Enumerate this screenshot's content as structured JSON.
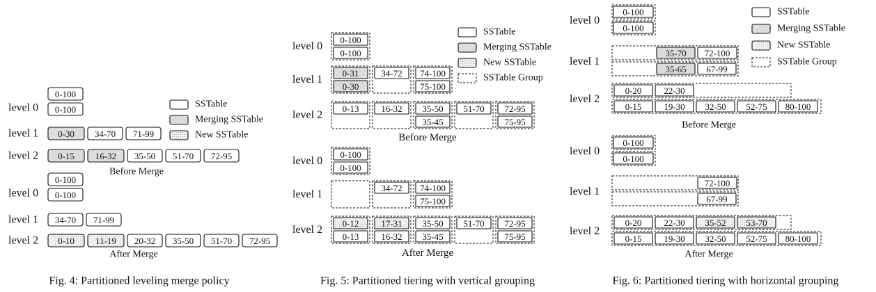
{
  "fig4": {
    "caption": "Fig. 4: Partitioned leveling merge policy",
    "before_label": "Before Merge",
    "after_label": "After Merge",
    "legend": [
      "SSTable",
      "Merging SSTable",
      "New SSTable"
    ],
    "before": [
      {
        "level": "level 0",
        "stack": [
          "0-100",
          "0-100"
        ]
      },
      {
        "level": "level 1",
        "tables": [
          {
            "label": "0-30",
            "kind": "merging"
          },
          {
            "label": "34-70",
            "kind": "normal"
          },
          {
            "label": "71-99",
            "kind": "normal"
          }
        ]
      },
      {
        "level": "level 2",
        "tables": [
          {
            "label": "0-15",
            "kind": "merging"
          },
          {
            "label": "16-32",
            "kind": "merging"
          },
          {
            "label": "35-50",
            "kind": "normal"
          },
          {
            "label": "51-70",
            "kind": "normal"
          },
          {
            "label": "72-95",
            "kind": "normal"
          }
        ]
      }
    ],
    "after": [
      {
        "level": "level 0",
        "stack": [
          "0-100",
          "0-100"
        ]
      },
      {
        "level": "level 1",
        "tables": [
          {
            "label": "34-70",
            "kind": "normal"
          },
          {
            "label": "71-99",
            "kind": "normal"
          }
        ]
      },
      {
        "level": "level 2",
        "tables": [
          {
            "label": "0-10",
            "kind": "new"
          },
          {
            "label": "11-19",
            "kind": "new"
          },
          {
            "label": "20-32",
            "kind": "normal"
          },
          {
            "label": "35-50",
            "kind": "normal"
          },
          {
            "label": "51-70",
            "kind": "normal"
          },
          {
            "label": "72-95",
            "kind": "normal"
          }
        ]
      }
    ]
  },
  "fig5": {
    "caption": "Fig. 5: Partitioned tiering with vertical grouping",
    "before_label": "Before Merge",
    "after_label": "After Merge",
    "legend": [
      "SSTable",
      "Merging SSTable",
      "New SSTable",
      "SSTable Group"
    ],
    "before": [
      {
        "level": "level 0",
        "groups": [
          [
            {
              "label": "0-100",
              "kind": "normal"
            },
            {
              "label": "0-100",
              "kind": "normal"
            }
          ]
        ]
      },
      {
        "level": "level 1",
        "groups": [
          [
            {
              "label": "0-31",
              "kind": "merging"
            },
            {
              "label": "0-30",
              "kind": "merging"
            }
          ],
          [
            {
              "label": "34-72",
              "kind": "normal"
            }
          ],
          [
            {
              "label": "74-100",
              "kind": "normal"
            },
            {
              "label": "75-100",
              "kind": "normal"
            }
          ]
        ]
      },
      {
        "level": "level 2",
        "groups": [
          [
            {
              "label": "0-13",
              "kind": "normal"
            }
          ],
          [
            {
              "label": "16-32",
              "kind": "normal"
            }
          ],
          [
            {
              "label": "35-50",
              "kind": "normal"
            },
            {
              "label": "35-45",
              "kind": "normal"
            }
          ],
          [
            {
              "label": "51-70",
              "kind": "normal"
            }
          ],
          [
            {
              "label": "72-95",
              "kind": "normal"
            },
            {
              "label": "75-95",
              "kind": "normal"
            }
          ]
        ]
      }
    ],
    "after": [
      {
        "level": "level 0",
        "groups": [
          [
            {
              "label": "0-100",
              "kind": "normal"
            },
            {
              "label": "0-100",
              "kind": "normal"
            }
          ]
        ]
      },
      {
        "level": "level 1",
        "groups": [
          [],
          [
            {
              "label": "34-72",
              "kind": "normal"
            }
          ],
          [
            {
              "label": "74-100",
              "kind": "normal"
            },
            {
              "label": "75-100",
              "kind": "normal"
            }
          ]
        ]
      },
      {
        "level": "level 2",
        "groups": [
          [
            {
              "label": "0-12",
              "kind": "new"
            },
            {
              "label": "0-13",
              "kind": "normal"
            }
          ],
          [
            {
              "label": "17-31",
              "kind": "new"
            },
            {
              "label": "16-32",
              "kind": "normal"
            }
          ],
          [
            {
              "label": "35-50",
              "kind": "normal"
            },
            {
              "label": "35-45",
              "kind": "normal"
            }
          ],
          [
            {
              "label": "51-70",
              "kind": "normal"
            }
          ],
          [
            {
              "label": "72-95",
              "kind": "normal"
            },
            {
              "label": "75-95",
              "kind": "normal"
            }
          ]
        ]
      }
    ]
  },
  "fig6": {
    "caption": "Fig. 6: Partitioned tiering with horizontal grouping",
    "before_label": "Before Merge",
    "after_label": "After Merge",
    "legend": [
      "SSTable",
      "Merging SSTable",
      "New SSTable",
      "SSTable Group"
    ],
    "before": [
      {
        "level": "level 0",
        "rows": [
          [
            {
              "label": "0-100",
              "kind": "normal"
            }
          ],
          [
            {
              "label": "0-100",
              "kind": "normal"
            }
          ]
        ]
      },
      {
        "level": "level 1",
        "rows": [
          [
            {
              "label": "35-70",
              "kind": "merging"
            },
            {
              "label": "72-100",
              "kind": "normal"
            }
          ],
          [
            {
              "label": "35-65",
              "kind": "merging"
            },
            {
              "label": "67-99",
              "kind": "normal"
            }
          ]
        ]
      },
      {
        "level": "level 2",
        "rows": [
          [
            {
              "label": "0-20",
              "kind": "normal"
            },
            {
              "label": "22-30",
              "kind": "normal"
            }
          ],
          [
            {
              "label": "0-15",
              "kind": "normal"
            },
            {
              "label": "19-30",
              "kind": "normal"
            },
            {
              "label": "32-50",
              "kind": "normal"
            },
            {
              "label": "52-75",
              "kind": "normal"
            },
            {
              "label": "80-100",
              "kind": "normal"
            }
          ]
        ]
      }
    ],
    "after": [
      {
        "level": "level 0",
        "rows": [
          [
            {
              "label": "0-100",
              "kind": "normal"
            }
          ],
          [
            {
              "label": "0-100",
              "kind": "normal"
            }
          ]
        ]
      },
      {
        "level": "level 1",
        "rows": [
          [
            {
              "label": "72-100",
              "kind": "normal"
            }
          ],
          [
            {
              "label": "67-99",
              "kind": "normal"
            }
          ]
        ]
      },
      {
        "level": "level 2",
        "rows": [
          [
            {
              "label": "0-20",
              "kind": "normal"
            },
            {
              "label": "22-30",
              "kind": "normal"
            },
            {
              "label": "35-52",
              "kind": "new"
            },
            {
              "label": "53-70",
              "kind": "new"
            }
          ],
          [
            {
              "label": "0-15",
              "kind": "normal"
            },
            {
              "label": "19-30",
              "kind": "normal"
            },
            {
              "label": "32-50",
              "kind": "normal"
            },
            {
              "label": "52-75",
              "kind": "normal"
            },
            {
              "label": "80-100",
              "kind": "normal"
            }
          ]
        ]
      }
    ]
  }
}
